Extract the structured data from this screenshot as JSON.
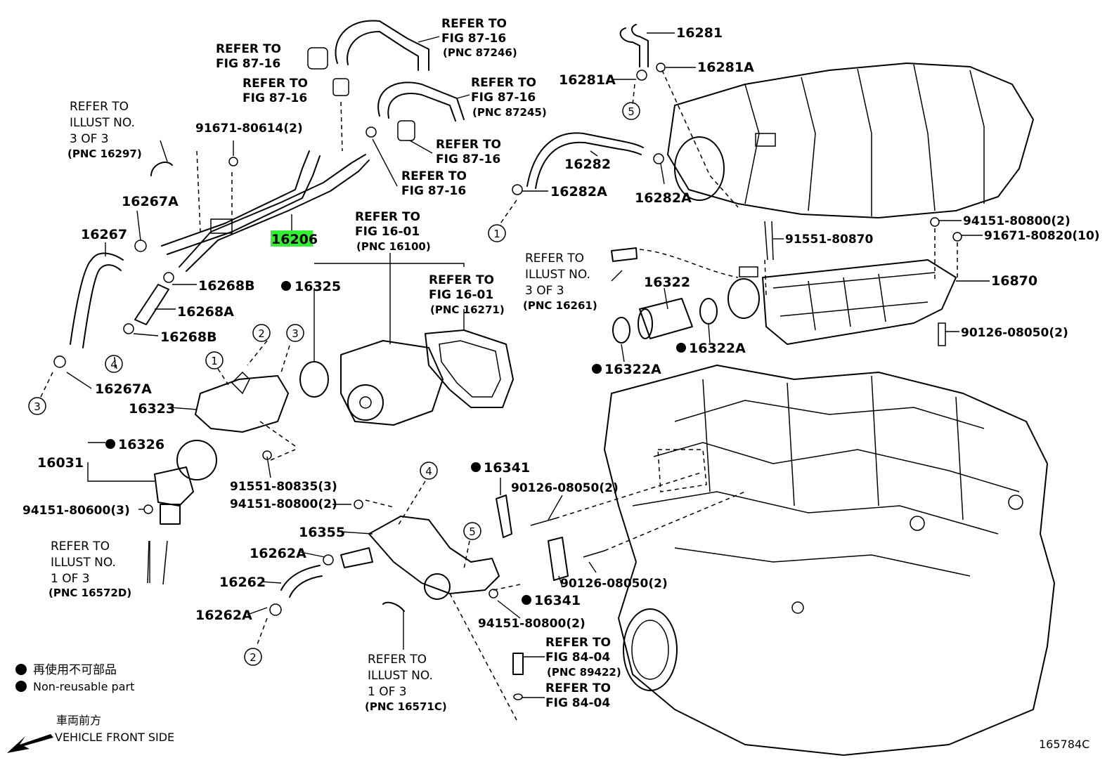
{
  "diagram": {
    "highlight_color": "#33ee33",
    "highlighted_part": "16206",
    "figure_code": "165784C",
    "legend": {
      "jp": "再使用不可部品",
      "en": "Non-reusable part"
    },
    "front": {
      "jp": "車両前方",
      "en": "VEHICLE FRONT SIDE"
    },
    "parts": {
      "p16281": "16281",
      "p16281A_r": "16281A",
      "p16281A_l": "16281A",
      "p16282": "16282",
      "p16282A_l": "16282A",
      "p16282A_r": "16282A",
      "p91671_80614": "91671-80614(2)",
      "p16267A_top": "16267A",
      "p16267": "16267",
      "p16206": "16206",
      "p16268B_top": "16268B",
      "p16268A": "16268A",
      "p16268B_bot": "16268B",
      "p16267A_bot": "16267A",
      "p16325": "16325",
      "p16323": "16323",
      "p16326": "16326",
      "p16031": "16031",
      "p94151_80600": "94151-80600(3)",
      "p91551_80835": "91551-80835(3)",
      "p94151_80800_a": "94151-80800(2)",
      "p16355": "16355",
      "p16262A_top": "16262A",
      "p16262": "16262",
      "p16262A_bot": "16262A",
      "p16341_top": "16341",
      "p90126_08050_a": "90126-08050(2)",
      "p90126_08050_b": "90126-08050(2)",
      "p16341_bot": "16341",
      "p94151_80800_b": "94151-80800(2)",
      "p91551_80870": "91551-80870",
      "p94151_80800_c": "94151-80800(2)",
      "p91671_80820": "91671-80820(10)",
      "p16870": "16870",
      "p90126_08050_c": "90126-08050(2)",
      "p16322": "16322",
      "p16322A_r": "16322A",
      "p16322A_l": "16322A"
    },
    "refs": {
      "r1": {
        "l1": "REFER TO",
        "l2": "FIG 87-16",
        "l3": "(PNC 87246)"
      },
      "r2": {
        "l1": "REFER TO",
        "l2": "FIG 87-16"
      },
      "r3": {
        "l1": "REFER TO",
        "l2": "FIG 87-16"
      },
      "r4": {
        "l1": "REFER TO",
        "l2": "FIG 87-16",
        "l3": "(PNC 87245)"
      },
      "r5": {
        "l1": "REFER TO",
        "l2": "FIG 87-16"
      },
      "r6": {
        "l1": "REFER TO",
        "l2": "FIG 87-16"
      },
      "r7": {
        "l1": "REFER TO",
        "l2": "ILLUST NO.",
        "l3": "3 OF 3",
        "l4": "(PNC 16297)"
      },
      "r8": {
        "l1": "REFER TO",
        "l2": "FIG 16-01",
        "l3": "(PNC 16100)"
      },
      "r9": {
        "l1": "REFER TO",
        "l2": "FIG 16-01",
        "l3": "(PNC 16271)"
      },
      "r10": {
        "l1": "REFER TO",
        "l2": "ILLUST NO.",
        "l3": "3 OF 3",
        "l4": "(PNC 16261)"
      },
      "r11": {
        "l1": "REFER TO",
        "l2": "ILLUST NO.",
        "l3": "1 OF 3",
        "l4": "(PNC 16572D)"
      },
      "r12": {
        "l1": "REFER TO",
        "l2": "ILLUST NO.",
        "l3": "1 OF 3",
        "l4": "(PNC 16571C)"
      },
      "r13": {
        "l1": "REFER TO",
        "l2": "FIG 84-04",
        "l3": "(PNC 89422)"
      },
      "r14": {
        "l1": "REFER TO",
        "l2": "FIG 84-04"
      }
    },
    "circles": {
      "c5a": "5",
      "c1a": "1",
      "c2a": "2",
      "c3a": "3",
      "c1b": "1",
      "c4a": "4",
      "c3b": "3",
      "c4b": "4",
      "c5b": "5",
      "c2b": "2"
    }
  }
}
